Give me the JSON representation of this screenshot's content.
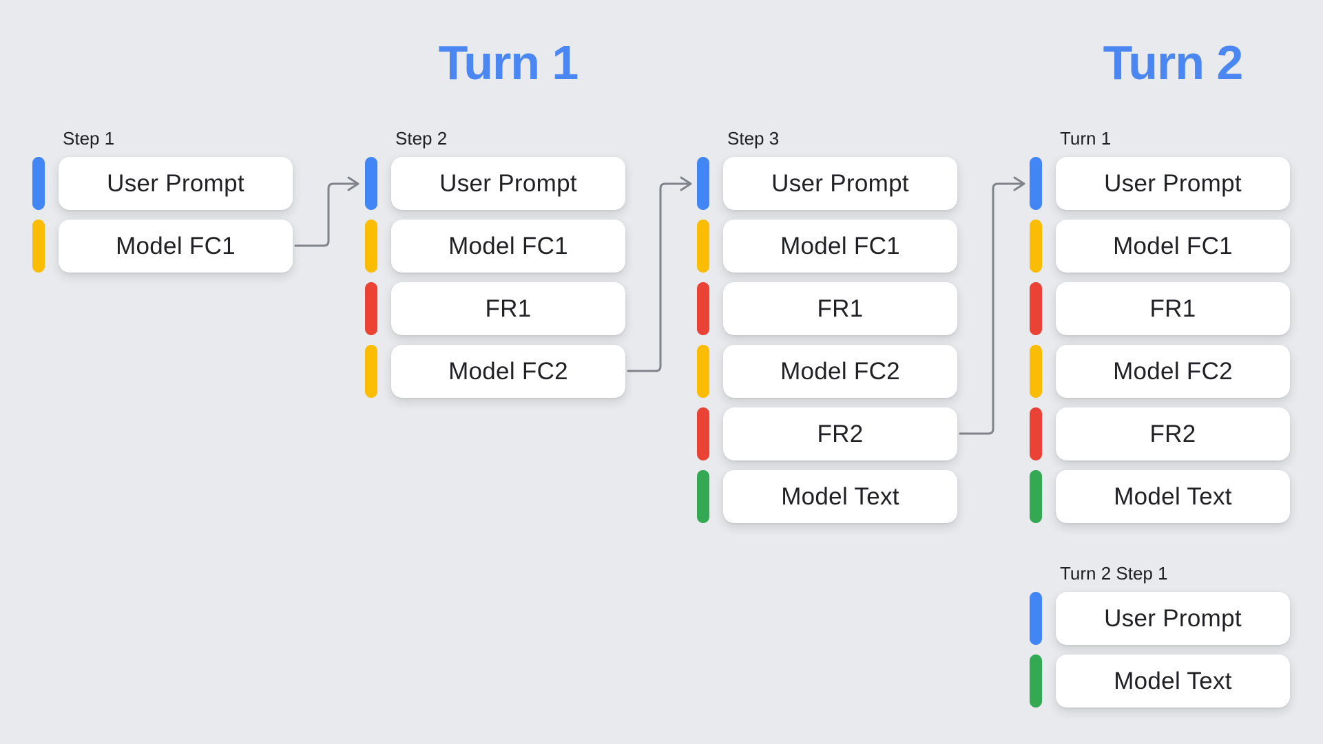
{
  "titles": [
    "Turn 1",
    "Turn 2"
  ],
  "colors": {
    "background": "#E8EAED",
    "blue": "#4285F4",
    "yellow": "#FBBC04",
    "red": "#EA4335",
    "green": "#34A853",
    "connector": "#7F838A",
    "text": "#202124",
    "title": "#4A87F2",
    "card": "#FFFFFF"
  },
  "columns": [
    {
      "label": "Step 1",
      "items": [
        {
          "label": "User Prompt",
          "color": "blue"
        },
        {
          "label": "Model FC1",
          "color": "yellow"
        }
      ]
    },
    {
      "label": "Step 2",
      "items": [
        {
          "label": "User Prompt",
          "color": "blue"
        },
        {
          "label": "Model FC1",
          "color": "yellow"
        },
        {
          "label": "FR1",
          "color": "red"
        },
        {
          "label": "Model FC2",
          "color": "yellow"
        }
      ]
    },
    {
      "label": "Step 3",
      "items": [
        {
          "label": "User Prompt",
          "color": "blue"
        },
        {
          "label": "Model FC1",
          "color": "yellow"
        },
        {
          "label": "FR1",
          "color": "red"
        },
        {
          "label": "Model FC2",
          "color": "yellow"
        },
        {
          "label": "FR2",
          "color": "red"
        },
        {
          "label": "Model Text",
          "color": "green"
        }
      ]
    },
    {
      "label": "Turn 1",
      "items": [
        {
          "label": "User Prompt",
          "color": "blue"
        },
        {
          "label": "Model FC1",
          "color": "yellow"
        },
        {
          "label": "FR1",
          "color": "red"
        },
        {
          "label": "Model FC2",
          "color": "yellow"
        },
        {
          "label": "FR2",
          "color": "red"
        },
        {
          "label": "Model Text",
          "color": "green"
        }
      ]
    },
    {
      "label": "Turn 2 Step 1",
      "items": [
        {
          "label": "User Prompt",
          "color": "blue"
        },
        {
          "label": "Model Text",
          "color": "green"
        }
      ]
    }
  ],
  "connectors": [
    {
      "from": "Step 1 / Model FC1",
      "to": "Step 2 / User Prompt"
    },
    {
      "from": "Step 2 / Model FC2",
      "to": "Step 3 / User Prompt"
    },
    {
      "from": "Step 3 / FR2",
      "to": "Turn 1 / User Prompt"
    }
  ]
}
